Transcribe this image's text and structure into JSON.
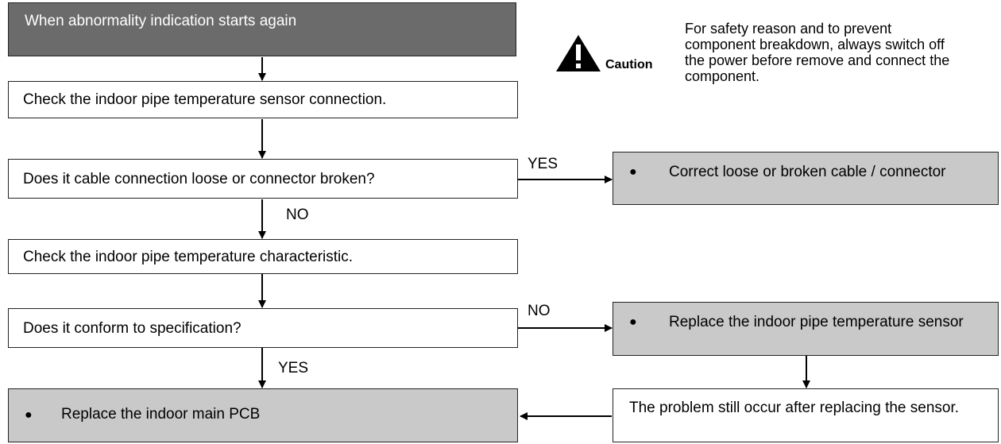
{
  "start": {
    "label": "When abnormality indication starts again"
  },
  "steps": {
    "check_connection": "Check the indoor pipe temperature sensor connection.",
    "question_cable": "Does it cable connection loose or connector broken?",
    "check_characteristic": "Check the indoor pipe temperature characteristic.",
    "question_spec": "Does it conform to specification?",
    "replace_pcb": "Replace the indoor main PCB",
    "correct_cable": "Correct loose or broken cable / connector",
    "replace_sensor": "Replace the indoor pipe temperature sensor",
    "problem_persists": "The problem still occur after replacing the sensor."
  },
  "branches": {
    "yes_1": "YES",
    "no_1": "NO",
    "no_2": "NO",
    "yes_2": "YES"
  },
  "caution": {
    "word": "Caution",
    "text": "For safety reason and to prevent component breakdown, always switch off the power before remove and connect the component."
  },
  "icons": {
    "caution": "warning-triangle-icon",
    "bullet": "bullet-dot"
  },
  "colors": {
    "start_fill": "#6b6b6b",
    "action_fill": "#c9c9c9",
    "step_fill": "#ffffff"
  }
}
